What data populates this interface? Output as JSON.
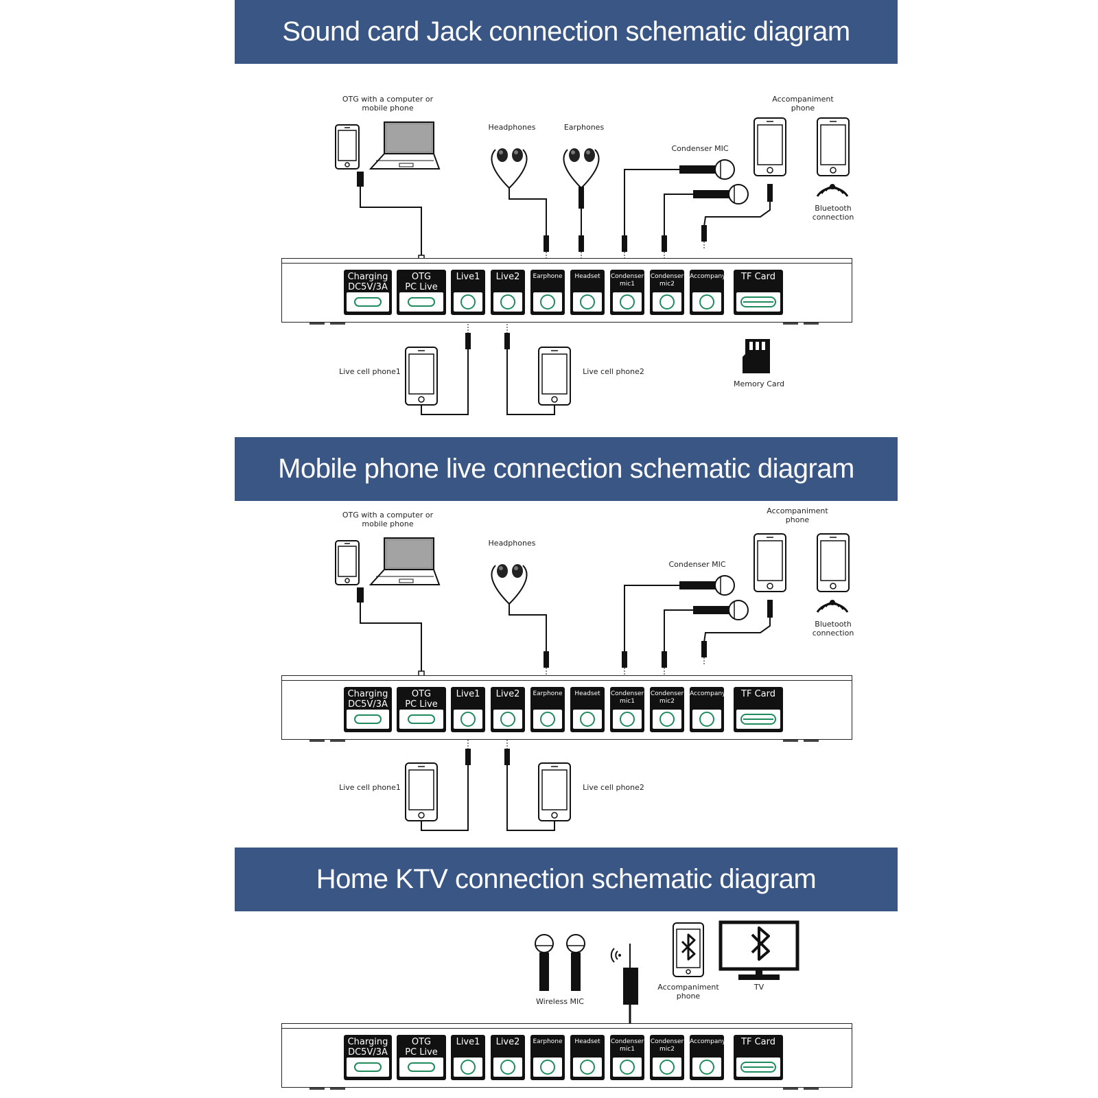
{
  "banners": {
    "jack": "Sound card Jack connection schematic diagram",
    "mobile": "Mobile phone live connection schematic diagram",
    "ktv": "Home KTV connection schematic diagram"
  },
  "labels": {
    "otg": "OTG with a computer or\nmobile phone",
    "headphones": "Headphones",
    "earphones": "Earphones",
    "condenser_mic": "Condenser MIC",
    "accompaniment_phone": "Accompaniment\nphone",
    "bluetooth_connection": "Bluetooth\nconnection",
    "live_cell_phone1": "Live cell phone1",
    "live_cell_phone2": "Live cell phone2",
    "memory_card": "Memory Card",
    "wireless_mic": "Wireless MIC",
    "tv": "TV"
  },
  "ports": [
    {
      "line1": "Charging",
      "line2": "DC5V/3A",
      "kind": "usb"
    },
    {
      "line1": "OTG",
      "line2": "PC Live",
      "kind": "usb"
    },
    {
      "line1": "Live1",
      "line2": "",
      "kind": "jack"
    },
    {
      "line1": "Live2",
      "line2": "",
      "kind": "jack"
    },
    {
      "line1": "Earphone",
      "line2": "",
      "kind": "jack"
    },
    {
      "line1": "Headset",
      "line2": "",
      "kind": "jack"
    },
    {
      "line1": "Condenser",
      "line2": "mic1",
      "kind": "jack"
    },
    {
      "line1": "Condenser",
      "line2": "mic2",
      "kind": "jack"
    },
    {
      "line1": "Accompany",
      "line2": "",
      "kind": "jack"
    },
    {
      "line1": "TF Card",
      "line2": "",
      "kind": "tf"
    }
  ]
}
